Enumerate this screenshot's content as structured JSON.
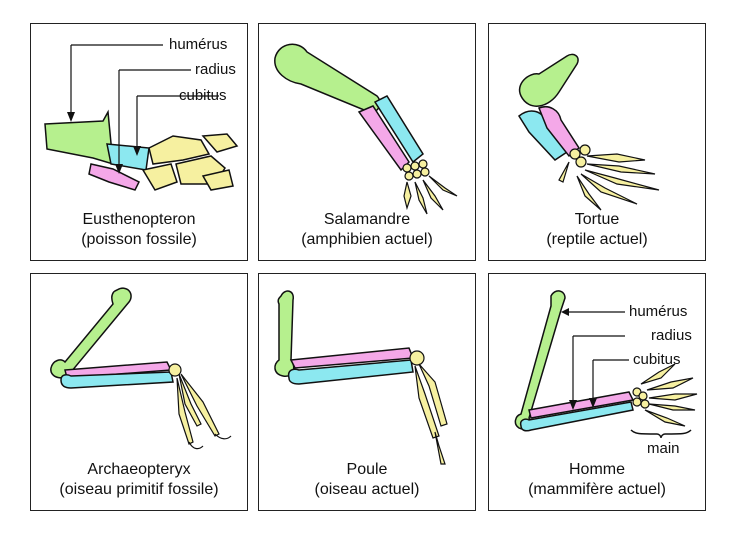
{
  "colors": {
    "humerus": "#b6f08e",
    "radius": "#f4a8e8",
    "cubitus": "#8ce8f0",
    "hand": "#f6f0a0",
    "outline": "#111111"
  },
  "labels": {
    "humerus": "humérus",
    "radius": "radius",
    "cubitus": "cubitus",
    "main": "main"
  },
  "panels": [
    {
      "name": "Eusthenopteron",
      "group": "(poisson fossile)"
    },
    {
      "name": "Salamandre",
      "group": "(amphibien actuel)"
    },
    {
      "name": "Tortue",
      "group": "(reptile actuel)"
    },
    {
      "name": "Archaeopteryx",
      "group": "(oiseau primitif fossile)"
    },
    {
      "name": "Poule",
      "group": "(oiseau actuel)"
    },
    {
      "name": "Homme",
      "group": "(mammifère actuel)"
    }
  ]
}
